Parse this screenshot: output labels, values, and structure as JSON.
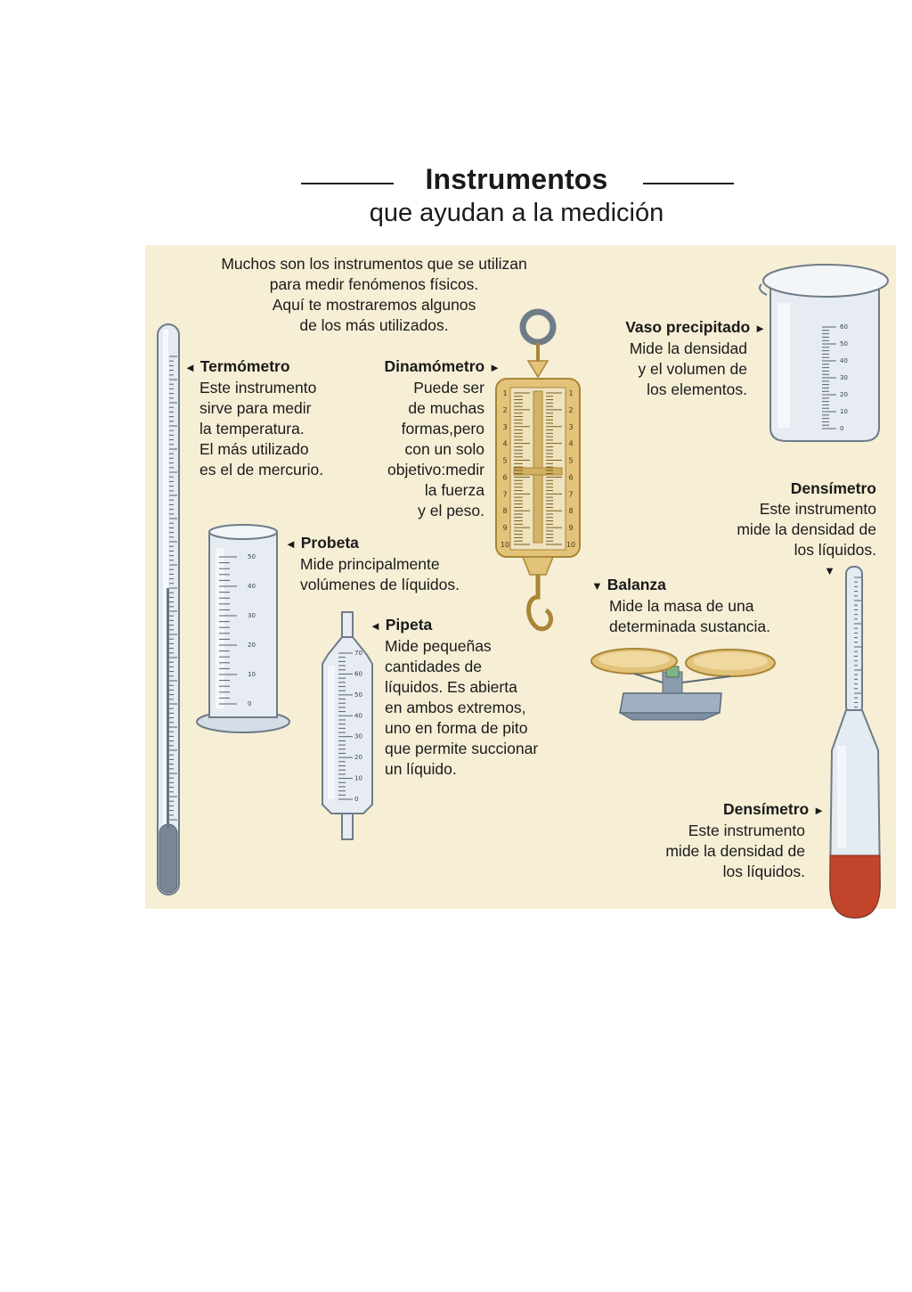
{
  "header": {
    "title": "Instrumentos",
    "subtitle": "que ayudan a la medición"
  },
  "intro": [
    "Muchos son los instrumentos que se utilizan",
    "para medir fenómenos físicos.",
    "Aquí te mostraremos algunos",
    "de los más utilizados."
  ],
  "instruments": {
    "termometro": {
      "name": "Termómetro",
      "lines": [
        "Este instrumento",
        "sirve para medir",
        "la temperatura.",
        "El más utilizado",
        "es el de mercurio."
      ]
    },
    "dinamometro": {
      "name": "Dinamómetro",
      "lines": [
        "Puede ser",
        "de muchas",
        "formas,pero",
        "con un solo",
        "objetivo:medir",
        "la fuerza",
        "y el peso."
      ],
      "scale": [
        "1",
        "2",
        "3",
        "4",
        "5",
        "6",
        "7",
        "8",
        "9",
        "10"
      ]
    },
    "vaso": {
      "name": "Vaso precipitado",
      "lines": [
        "Mide la densidad",
        "y el volumen de",
        "los elementos."
      ],
      "scale": [
        "60",
        "50",
        "40",
        "30",
        "20",
        "10",
        "0"
      ]
    },
    "densimetro_1": {
      "name": "Densímetro",
      "lines": [
        "Este instrumento",
        "mide la densidad de",
        "los líquidos."
      ]
    },
    "probeta": {
      "name": "Probeta",
      "lines": [
        "Mide principalmente",
        "volúmenes de líquidos."
      ],
      "scale": [
        "50",
        "40",
        "30",
        "20",
        "10",
        "0"
      ]
    },
    "pipeta": {
      "name": "Pipeta",
      "lines": [
        "Mide pequeñas",
        "cantidades de",
        "líquidos. Es abierta",
        "en ambos extremos,",
        "uno en forma de pito",
        "que permite succionar",
        "un líquido."
      ],
      "scale": [
        "70",
        "60",
        "50",
        "40",
        "30",
        "20",
        "10",
        "0"
      ]
    },
    "balanza": {
      "name": "Balanza",
      "lines": [
        "Mide la masa de una",
        "determinada sustancia."
      ]
    },
    "densimetro_2": {
      "name": "Densímetro",
      "lines": [
        "Este instrumento",
        "mide la densidad de",
        "los líquidos."
      ]
    }
  },
  "markers": {
    "left": "◄",
    "right": "►",
    "down": "▼"
  },
  "colors": {
    "panel": "#f6efd6",
    "glass": "#dfe6ee",
    "glass_stroke": "#6f7c88",
    "brass": "#e3c27a",
    "brass_dark": "#a88636",
    "mercury_red": "#c1442b"
  }
}
